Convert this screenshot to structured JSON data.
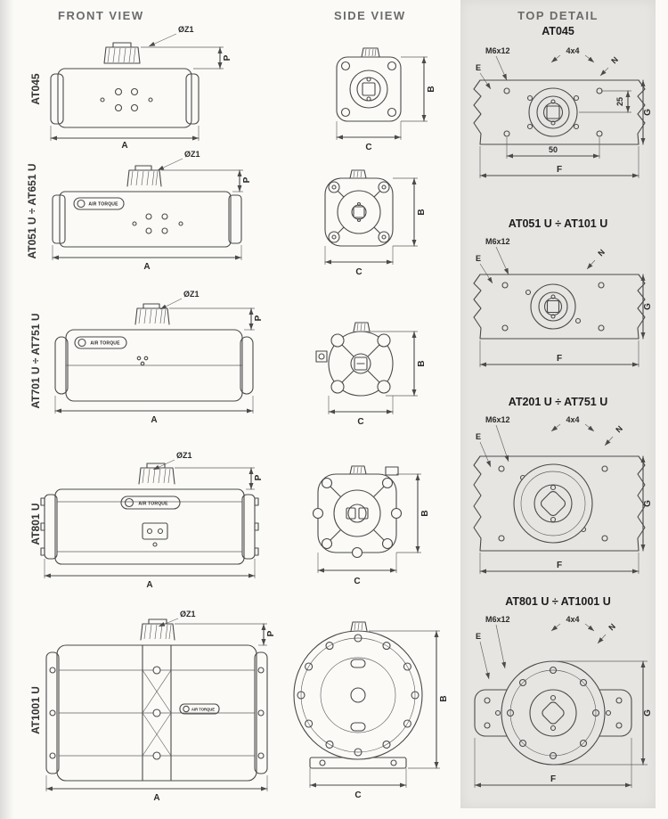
{
  "header": {
    "front_view": "FRONT VIEW",
    "side_view": "SIDE VIEW",
    "top_detail": "TOP DETAIL"
  },
  "dims": {
    "z1": "ØZ1",
    "p": "P",
    "a": "A",
    "b": "B",
    "c": "C"
  },
  "brand": "AIR TORQUE",
  "rows": [
    {
      "model": "AT045"
    },
    {
      "model": "AT051 U ÷ AT651 U"
    },
    {
      "model": "AT701 U ÷ AT751 U"
    },
    {
      "model": "AT801 U"
    },
    {
      "model": "AT1001 U"
    }
  ],
  "details": [
    {
      "title": "AT045",
      "m6x12": "M6x12",
      "e": "E",
      "four_by_four": "4x4",
      "n": "N",
      "dim_25": "25",
      "g": "G",
      "dim_50": "50",
      "f": "F"
    },
    {
      "title": "AT051 U ÷ AT101 U",
      "m6x12": "M6x12",
      "e": "E",
      "n": "N",
      "g": "G",
      "f": "F"
    },
    {
      "title": "AT201 U ÷ AT751 U",
      "m6x12": "M6x12",
      "e": "E",
      "four_by_four": "4x4",
      "n": "N",
      "g": "G",
      "f": "F"
    },
    {
      "title": "AT801 U ÷ AT1001 U",
      "m6x12": "M6x12",
      "e": "E",
      "four_by_four": "4x4",
      "n": "N",
      "g": "G",
      "f": "F"
    }
  ]
}
